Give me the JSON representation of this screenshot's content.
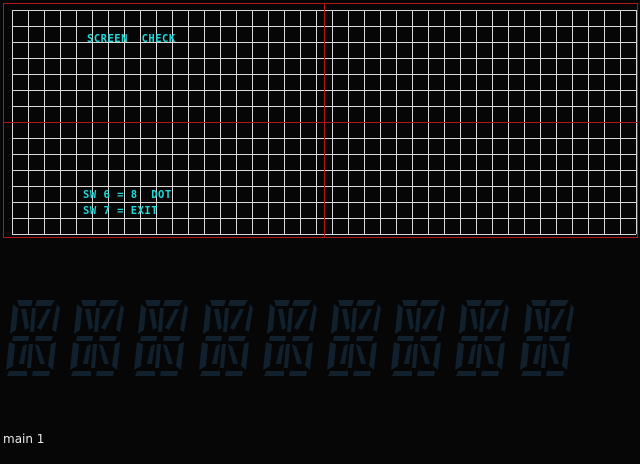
{
  "game_screen": {
    "title": "SCREEN  CHECK",
    "lines": [
      "SW 6 = 8  DOT",
      "SW 7 = EXIT"
    ],
    "colors": {
      "grid": "#d8d8d8",
      "center_lines": "#b01818",
      "text": "#1fd8d8",
      "background": "#060606"
    }
  },
  "segment_display": {
    "digit_count": 9,
    "segment_color": "#10202d"
  },
  "status": {
    "label": "main 1"
  }
}
